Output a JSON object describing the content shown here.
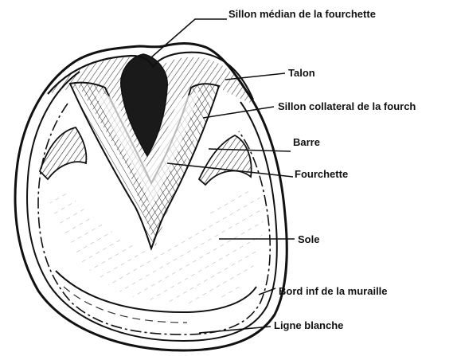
{
  "labels": {
    "sillon_median": "Sillon médian de la fourchette",
    "talon": "Talon",
    "sillon_collateral": "Sillon collateral de la fourch",
    "barre": "Barre",
    "fourchette": "Fourchette",
    "sole": "Sole",
    "bord_inf": "Bord inf de la muraille",
    "ligne_blanche": "Ligne blanche"
  },
  "colors": {
    "ink": "#111111",
    "paper": "#ffffff"
  }
}
